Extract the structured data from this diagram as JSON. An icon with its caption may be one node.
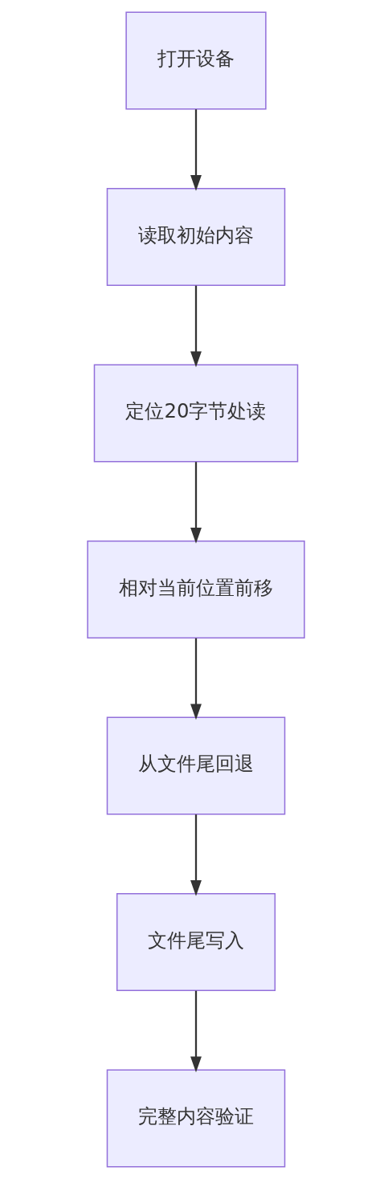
{
  "diagram": {
    "nodes": [
      {
        "text": [
          "打开设备"
        ]
      },
      {
        "text": [
          "读取初始内容"
        ]
      },
      {
        "text": [
          "定位20字节处读"
        ]
      },
      {
        "text": [
          "相对当前位置前移"
        ]
      },
      {
        "text": [
          "从文件尾回退"
        ]
      },
      {
        "text": [
          "文件尾写入"
        ]
      },
      {
        "text": [
          "完整内容验证"
        ]
      }
    ],
    "edges": [
      {
        "from": 0,
        "to": 1,
        "arrow": "to"
      },
      {
        "from": 1,
        "to": 2,
        "arrow": "to"
      },
      {
        "from": 2,
        "to": 3,
        "arrow": "to"
      },
      {
        "from": 3,
        "to": 4,
        "arrow": "to"
      },
      {
        "from": 4,
        "to": 5,
        "arrow": "to"
      },
      {
        "from": 5,
        "to": 6,
        "arrow": "to"
      }
    ]
  }
}
